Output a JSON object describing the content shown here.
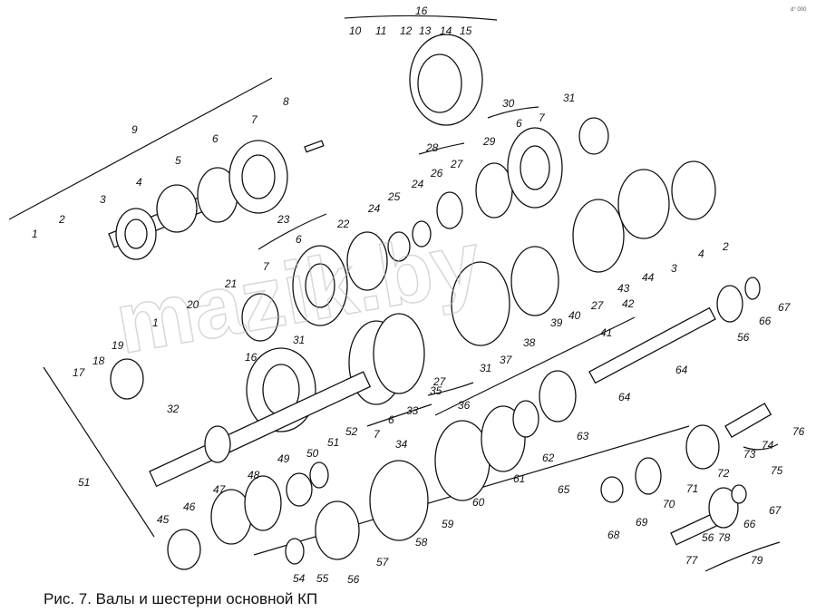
{
  "caption": "Рис. 7. Валы и шестерни основной КП",
  "corner_mark": "d° 000",
  "watermark": "mazik.by",
  "labels": [
    "1",
    "2",
    "3",
    "4",
    "5",
    "6",
    "7",
    "8",
    "9",
    "10",
    "11",
    "12",
    "13",
    "14",
    "15",
    "16",
    "17",
    "18",
    "19",
    "20",
    "21",
    "22",
    "23",
    "24",
    "25",
    "26",
    "27",
    "28",
    "29",
    "30",
    "31",
    "32",
    "33",
    "34",
    "35",
    "36",
    "37",
    "38",
    "39",
    "40",
    "41",
    "42",
    "43",
    "44",
    "45",
    "46",
    "47",
    "48",
    "49",
    "50",
    "51",
    "52",
    "54",
    "55",
    "56",
    "57",
    "58",
    "59",
    "60",
    "61",
    "62",
    "63",
    "64",
    "65",
    "66",
    "67",
    "68",
    "69",
    "70",
    "71",
    "72",
    "73",
    "74",
    "75",
    "76",
    "77",
    "78",
    "79"
  ],
  "line_color": "#111111"
}
